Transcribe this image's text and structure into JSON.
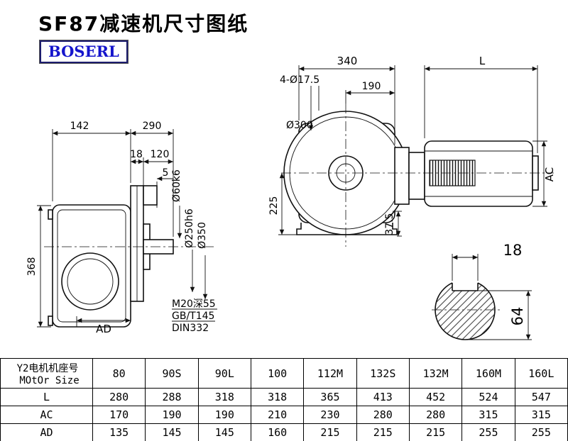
{
  "title": "SF87减速机尺寸图纸",
  "logo": "BOSERL",
  "drawing": {
    "side_view": {
      "dim_142": "142",
      "dim_290": "290",
      "dim_18": "18",
      "dim_120": "120",
      "dim_5": "5",
      "dim_368": "368",
      "dim_ad": "AD",
      "label_shaft_dia": "Ø60k6",
      "label_spigot_dia": "Ø250h6",
      "label_flange_dia": "Ø350",
      "note_tap": "M20深55",
      "note_std1": "GB/T145",
      "note_std2": "DIN332"
    },
    "front_view": {
      "dim_340": "340",
      "dim_l": "L",
      "dim_holes": "4-Ø17.5",
      "dim_190": "190",
      "label_flange_dia": "Ø300",
      "dim_225": "225",
      "dim_37_5": "37.5",
      "dim_ac": "AC"
    },
    "shaft_view": {
      "dim_18": "18",
      "dim_64": "64"
    }
  },
  "table": {
    "header": {
      "line1": "Y2电机机座号",
      "line2": "MOtOr Size"
    },
    "sizes": [
      "80",
      "90S",
      "90L",
      "100",
      "112M",
      "132S",
      "132M",
      "160M",
      "160L"
    ],
    "rows": [
      {
        "label": "L",
        "values": [
          "280",
          "288",
          "318",
          "318",
          "365",
          "413",
          "452",
          "524",
          "547"
        ]
      },
      {
        "label": "AC",
        "values": [
          "170",
          "190",
          "190",
          "210",
          "230",
          "280",
          "280",
          "315",
          "315"
        ]
      },
      {
        "label": "AD",
        "values": [
          "135",
          "145",
          "145",
          "160",
          "215",
          "215",
          "215",
          "255",
          "255"
        ]
      }
    ]
  }
}
